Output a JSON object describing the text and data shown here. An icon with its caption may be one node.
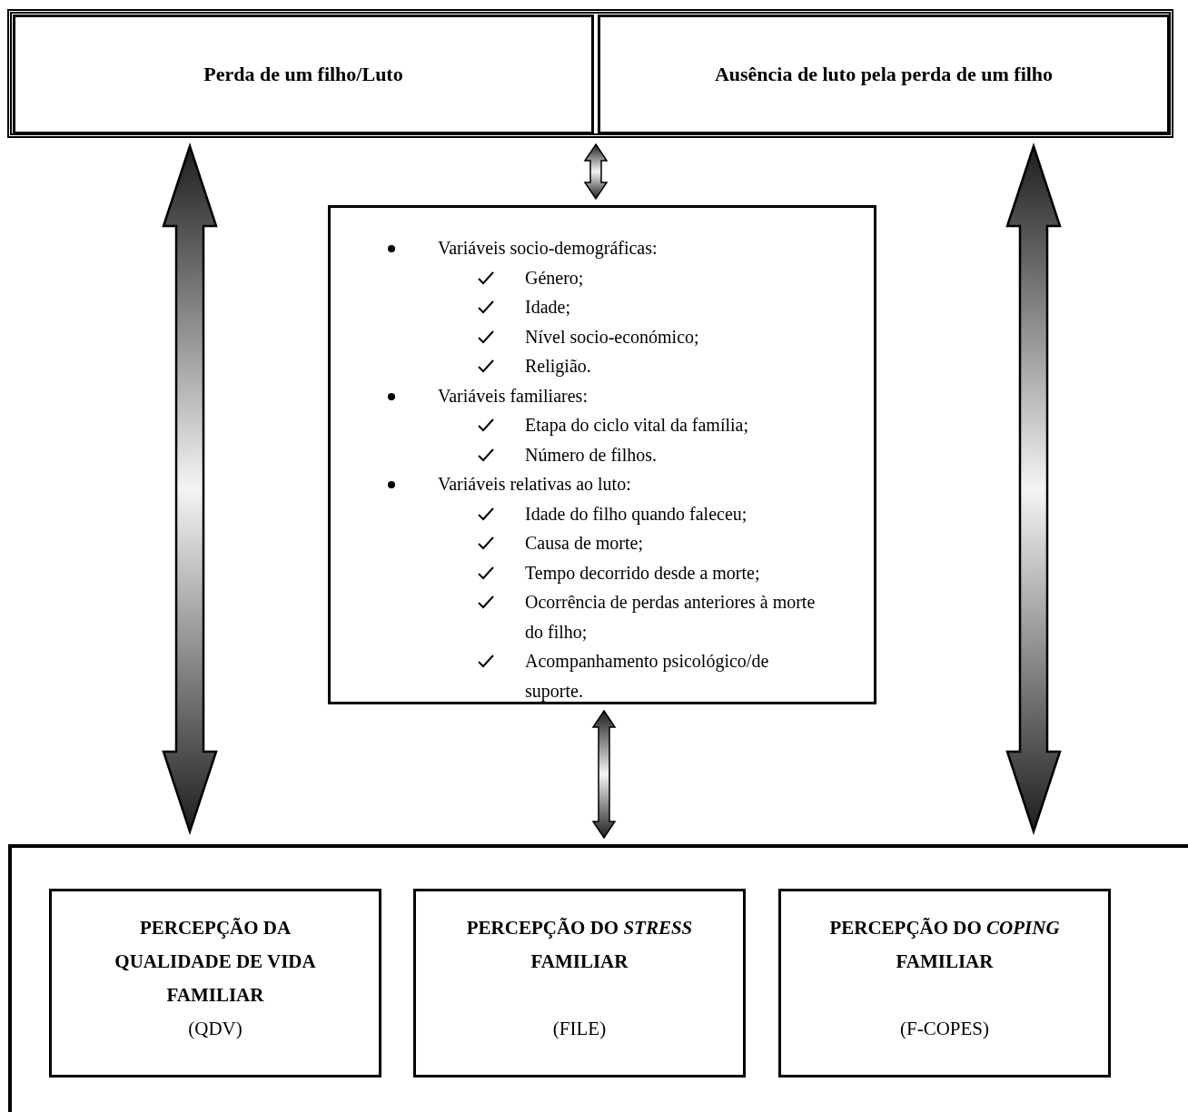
{
  "diagram": {
    "nodes": [
      {
        "text": [],
        "shape": "box"
      },
      {
        "text": [
          "Perda de um filho/Luto"
        ],
        "in": 0
      },
      {
        "text": [
          "Ausência de luto pela perda de um filho"
        ],
        "in": 0
      },
      {
        "text": [
          "Variáveis socio-demográficas:",
          "Género;",
          "Idade;",
          "Nível socio-económico;",
          "Religião.",
          "Variáveis familiares:",
          "Etapa do ciclo vital da família;",
          "Número de filhos.",
          "Variáveis relativas ao luto:",
          "Idade do filho quando faleceu;",
          "Causa de morte;",
          "Tempo decorrido desde a morte;",
          "Ocorrência de perdas anteriores à morte do filho;",
          "Acompanhamento psicológico/de suporte."
        ]
      },
      {
        "text": [],
        "shape": "box"
      },
      {
        "text": [
          "PERCEPÇÃO DA QUALIDADE DE VIDA FAMILIAR",
          "(QDV)"
        ],
        "in": 4
      },
      {
        "text": [
          "PERCEPÇÃO DO *STRESS* FAMILIAR",
          "(FILE)"
        ],
        "in": 4
      },
      {
        "text": [
          "PERCEPÇÃO DO *COPING* FAMILIAR",
          "(F-COPES)"
        ],
        "in": 4
      }
    ],
    "edges": [
      {
        "from": 0,
        "to": 3,
        "arrow": "both"
      },
      {
        "from": 1,
        "to": 4,
        "arrow": "both",
        "style": "thick"
      },
      {
        "from": 2,
        "to": 4,
        "arrow": "both",
        "style": "thick"
      },
      {
        "from": 3,
        "to": 4,
        "arrow": "both"
      }
    ]
  }
}
